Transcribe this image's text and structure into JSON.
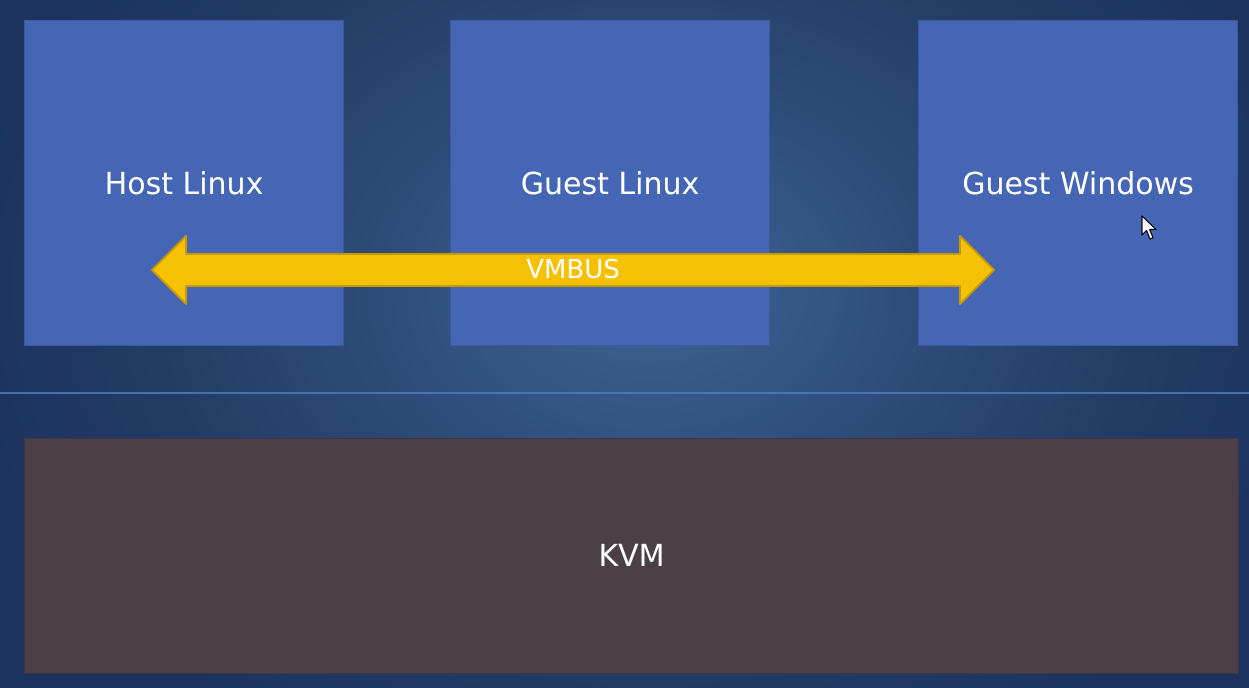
{
  "diagram": {
    "vms": [
      {
        "label": "Host Linux"
      },
      {
        "label": "Guest Linux"
      },
      {
        "label": "Guest Windows"
      }
    ],
    "bus": {
      "label": "VMBUS"
    },
    "hypervisor": {
      "label": "KVM"
    }
  },
  "colors": {
    "vm_box": "#4466b4",
    "bus_arrow": "#f7c103",
    "hypervisor_box": "#4b3f48",
    "background": "#233d66"
  },
  "icons": {
    "cursor": "mouse-pointer-icon",
    "bus": "double-headed-arrow-icon"
  }
}
